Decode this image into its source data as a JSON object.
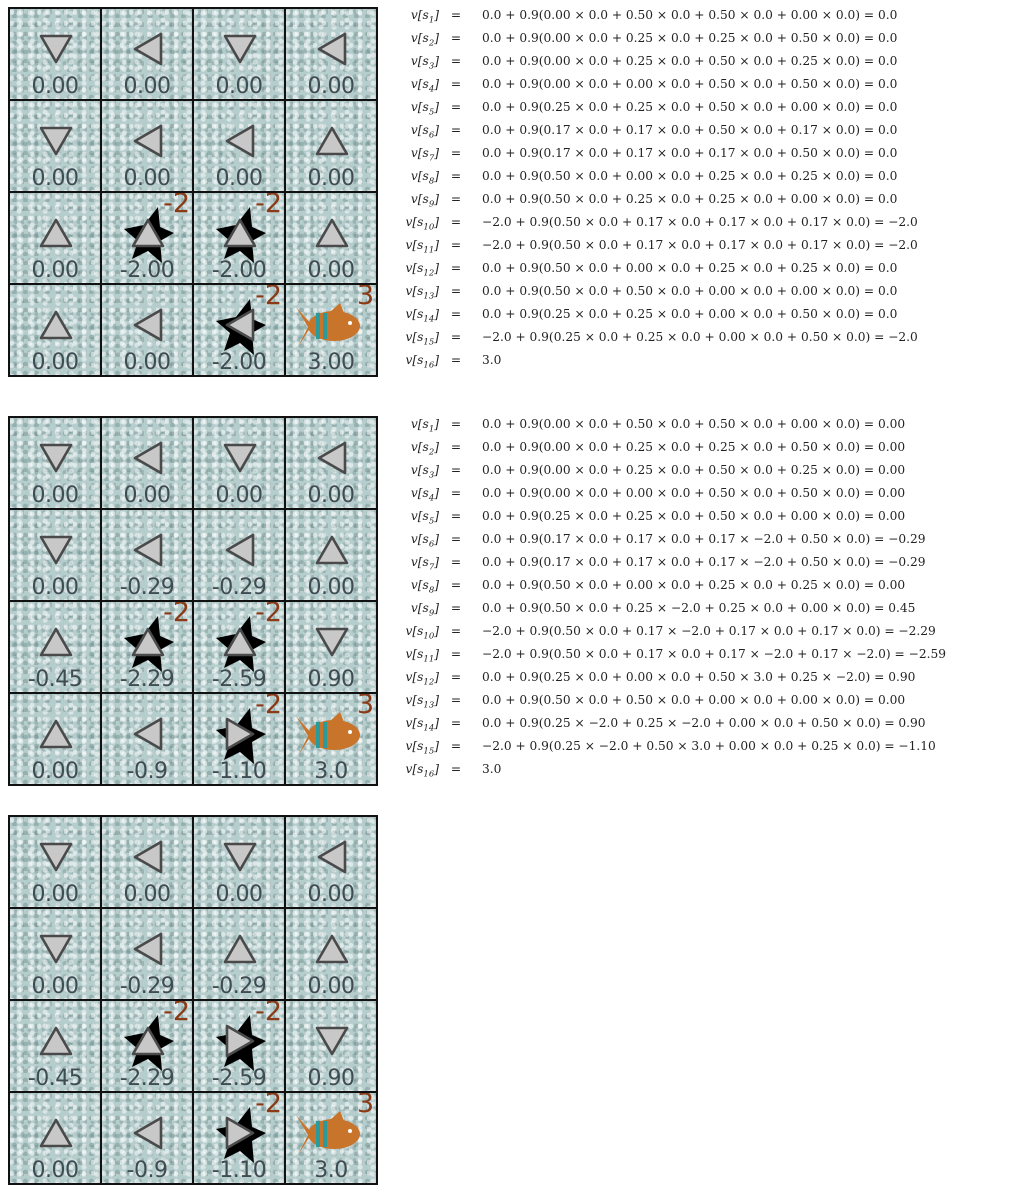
{
  "panels": [
    {
      "cells": [
        {
          "arrow": "down",
          "value": "0.00",
          "reward": "",
          "hazard": false,
          "goal": false
        },
        {
          "arrow": "left",
          "value": "0.00",
          "reward": "",
          "hazard": false,
          "goal": false
        },
        {
          "arrow": "down",
          "value": "0.00",
          "reward": "",
          "hazard": false,
          "goal": false
        },
        {
          "arrow": "left",
          "value": "0.00",
          "reward": "",
          "hazard": false,
          "goal": false
        },
        {
          "arrow": "down",
          "value": "0.00",
          "reward": "",
          "hazard": false,
          "goal": false
        },
        {
          "arrow": "left",
          "value": "0.00",
          "reward": "",
          "hazard": false,
          "goal": false
        },
        {
          "arrow": "left",
          "value": "0.00",
          "reward": "",
          "hazard": false,
          "goal": false
        },
        {
          "arrow": "up",
          "value": "0.00",
          "reward": "",
          "hazard": false,
          "goal": false
        },
        {
          "arrow": "up",
          "value": "0.00",
          "reward": "",
          "hazard": false,
          "goal": false
        },
        {
          "arrow": "up",
          "value": "-2.00",
          "reward": "-2",
          "hazard": true,
          "goal": false
        },
        {
          "arrow": "up",
          "value": "-2.00",
          "reward": "-2",
          "hazard": true,
          "goal": false
        },
        {
          "arrow": "up",
          "value": "0.00",
          "reward": "",
          "hazard": false,
          "goal": false
        },
        {
          "arrow": "up",
          "value": "0.00",
          "reward": "",
          "hazard": false,
          "goal": false
        },
        {
          "arrow": "left",
          "value": "0.00",
          "reward": "",
          "hazard": false,
          "goal": false
        },
        {
          "arrow": "left",
          "value": "-2.00",
          "reward": "-2",
          "hazard": true,
          "goal": false
        },
        {
          "arrow": "none",
          "value": "3.00",
          "reward": "3",
          "hazard": false,
          "goal": true
        }
      ],
      "equations": [
        {
          "state": "1",
          "rhs": "0.0 + 0.9(0.00 × 0.0 + 0.50 × 0.0 + 0.50 × 0.0 + 0.00 × 0.0) = 0.0"
        },
        {
          "state": "2",
          "rhs": "0.0 + 0.9(0.00 × 0.0 + 0.25 × 0.0 + 0.25 × 0.0 + 0.50 × 0.0) = 0.0"
        },
        {
          "state": "3",
          "rhs": "0.0 + 0.9(0.00 × 0.0 + 0.25 × 0.0 + 0.50 × 0.0 + 0.25 × 0.0) = 0.0"
        },
        {
          "state": "4",
          "rhs": "0.0 + 0.9(0.00 × 0.0 + 0.00 × 0.0 + 0.50 × 0.0 + 0.50 × 0.0) = 0.0"
        },
        {
          "state": "5",
          "rhs": "0.0 + 0.9(0.25 × 0.0 + 0.25 × 0.0 + 0.50 × 0.0 + 0.00 × 0.0) = 0.0"
        },
        {
          "state": "6",
          "rhs": "0.0 + 0.9(0.17 × 0.0 + 0.17 × 0.0 + 0.50 × 0.0 + 0.17 × 0.0) = 0.0"
        },
        {
          "state": "7",
          "rhs": "0.0 + 0.9(0.17 × 0.0 + 0.17 × 0.0 + 0.17 × 0.0 + 0.50 × 0.0) = 0.0"
        },
        {
          "state": "8",
          "rhs": "0.0 + 0.9(0.50 × 0.0 + 0.00 × 0.0 + 0.25 × 0.0 + 0.25 × 0.0) = 0.0"
        },
        {
          "state": "9",
          "rhs": "0.0 + 0.9(0.50 × 0.0 + 0.25 × 0.0 + 0.25 × 0.0 + 0.00 × 0.0) = 0.0"
        },
        {
          "state": "10",
          "rhs": "−2.0 + 0.9(0.50 × 0.0 + 0.17 × 0.0 + 0.17 × 0.0 + 0.17 × 0.0) = −2.0"
        },
        {
          "state": "11",
          "rhs": "−2.0 + 0.9(0.50 × 0.0 + 0.17 × 0.0 + 0.17 × 0.0 + 0.17 × 0.0) = −2.0"
        },
        {
          "state": "12",
          "rhs": "0.0 + 0.9(0.50 × 0.0 + 0.00 × 0.0 + 0.25 × 0.0 + 0.25 × 0.0) = 0.0"
        },
        {
          "state": "13",
          "rhs": "0.0 + 0.9(0.50 × 0.0 + 0.50 × 0.0 + 0.00 × 0.0 + 0.00 × 0.0) = 0.0"
        },
        {
          "state": "14",
          "rhs": "0.0 + 0.9(0.25 × 0.0 + 0.25 × 0.0 + 0.00 × 0.0 + 0.50 × 0.0) = 0.0"
        },
        {
          "state": "15",
          "rhs": "−2.0 + 0.9(0.25 × 0.0 + 0.25 × 0.0 + 0.00 × 0.0 + 0.50 × 0.0) = −2.0"
        },
        {
          "state": "16",
          "rhs": "3.0"
        }
      ]
    },
    {
      "cells": [
        {
          "arrow": "down",
          "value": "0.00",
          "reward": "",
          "hazard": false,
          "goal": false
        },
        {
          "arrow": "left",
          "value": "0.00",
          "reward": "",
          "hazard": false,
          "goal": false
        },
        {
          "arrow": "down",
          "value": "0.00",
          "reward": "",
          "hazard": false,
          "goal": false
        },
        {
          "arrow": "left",
          "value": "0.00",
          "reward": "",
          "hazard": false,
          "goal": false
        },
        {
          "arrow": "down",
          "value": "0.00",
          "reward": "",
          "hazard": false,
          "goal": false
        },
        {
          "arrow": "left",
          "value": "-0.29",
          "reward": "",
          "hazard": false,
          "goal": false
        },
        {
          "arrow": "left",
          "value": "-0.29",
          "reward": "",
          "hazard": false,
          "goal": false
        },
        {
          "arrow": "up",
          "value": "0.00",
          "reward": "",
          "hazard": false,
          "goal": false
        },
        {
          "arrow": "up",
          "value": "-0.45",
          "reward": "",
          "hazard": false,
          "goal": false
        },
        {
          "arrow": "up",
          "value": "-2.29",
          "reward": "-2",
          "hazard": true,
          "goal": false
        },
        {
          "arrow": "up",
          "value": "-2.59",
          "reward": "-2",
          "hazard": true,
          "goal": false
        },
        {
          "arrow": "down",
          "value": "0.90",
          "reward": "",
          "hazard": false,
          "goal": false
        },
        {
          "arrow": "up",
          "value": "0.00",
          "reward": "",
          "hazard": false,
          "goal": false
        },
        {
          "arrow": "left",
          "value": "-0.9",
          "reward": "",
          "hazard": false,
          "goal": false
        },
        {
          "arrow": "right",
          "value": "-1.10",
          "reward": "-2",
          "hazard": true,
          "goal": false
        },
        {
          "arrow": "none",
          "value": "3.0",
          "reward": "3",
          "hazard": false,
          "goal": true
        }
      ],
      "equations": [
        {
          "state": "1",
          "rhs": "0.0 + 0.9(0.00 × 0.0 + 0.50 × 0.0 + 0.50 × 0.0 + 0.00 × 0.0) = 0.00"
        },
        {
          "state": "2",
          "rhs": "0.0 + 0.9(0.00 × 0.0 + 0.25 × 0.0 + 0.25 × 0.0 + 0.50 × 0.0) = 0.00"
        },
        {
          "state": "3",
          "rhs": "0.0 + 0.9(0.00 × 0.0 + 0.25 × 0.0 + 0.50 × 0.0 + 0.25 × 0.0) = 0.00"
        },
        {
          "state": "4",
          "rhs": "0.0 + 0.9(0.00 × 0.0 + 0.00 × 0.0 + 0.50 × 0.0 + 0.50 × 0.0) = 0.00"
        },
        {
          "state": "5",
          "rhs": "0.0 + 0.9(0.25 × 0.0 + 0.25 × 0.0 + 0.50 × 0.0 + 0.00 × 0.0) = 0.00"
        },
        {
          "state": "6",
          "rhs": "0.0 + 0.9(0.17 × 0.0 + 0.17 × 0.0 + 0.17 × −2.0 + 0.50 × 0.0) = −0.29"
        },
        {
          "state": "7",
          "rhs": "0.0 + 0.9(0.17 × 0.0 + 0.17 × 0.0 + 0.17 × −2.0 + 0.50 × 0.0) = −0.29"
        },
        {
          "state": "8",
          "rhs": "0.0 + 0.9(0.50 × 0.0 + 0.00 × 0.0 + 0.25 × 0.0 + 0.25 × 0.0) = 0.00"
        },
        {
          "state": "9",
          "rhs": "0.0 + 0.9(0.50 × 0.0 + 0.25 × −2.0 + 0.25 × 0.0 + 0.00 × 0.0) = 0.45"
        },
        {
          "state": "10",
          "rhs": "−2.0 + 0.9(0.50 × 0.0 + 0.17 × −2.0 + 0.17 × 0.0 + 0.17 × 0.0) = −2.29"
        },
        {
          "state": "11",
          "rhs": "−2.0 + 0.9(0.50 × 0.0 + 0.17 × 0.0 + 0.17 × −2.0 + 0.17 × −2.0) = −2.59"
        },
        {
          "state": "12",
          "rhs": "0.0 + 0.9(0.25 × 0.0 + 0.00 × 0.0 + 0.50 × 3.0 + 0.25 × −2.0) = 0.90"
        },
        {
          "state": "13",
          "rhs": "0.0 + 0.9(0.50 × 0.0 + 0.50 × 0.0 + 0.00 × 0.0 + 0.00 × 0.0) = 0.00"
        },
        {
          "state": "14",
          "rhs": "0.0 + 0.9(0.25 × −2.0 + 0.25 × −2.0 + 0.00 × 0.0 + 0.50 × 0.0) = 0.90"
        },
        {
          "state": "15",
          "rhs": "−2.0 + 0.9(0.25 × −2.0 + 0.50 × 3.0 + 0.00 × 0.0 + 0.25 × 0.0) = −1.10"
        },
        {
          "state": "16",
          "rhs": "3.0"
        }
      ]
    },
    {
      "cells": [
        {
          "arrow": "down",
          "value": "0.00",
          "reward": "",
          "hazard": false,
          "goal": false
        },
        {
          "arrow": "left",
          "value": "0.00",
          "reward": "",
          "hazard": false,
          "goal": false
        },
        {
          "arrow": "down",
          "value": "0.00",
          "reward": "",
          "hazard": false,
          "goal": false
        },
        {
          "arrow": "left",
          "value": "0.00",
          "reward": "",
          "hazard": false,
          "goal": false
        },
        {
          "arrow": "down",
          "value": "0.00",
          "reward": "",
          "hazard": false,
          "goal": false
        },
        {
          "arrow": "left",
          "value": "-0.29",
          "reward": "",
          "hazard": false,
          "goal": false
        },
        {
          "arrow": "up",
          "value": "-0.29",
          "reward": "",
          "hazard": false,
          "goal": false
        },
        {
          "arrow": "up",
          "value": "0.00",
          "reward": "",
          "hazard": false,
          "goal": false
        },
        {
          "arrow": "up",
          "value": "-0.45",
          "reward": "",
          "hazard": false,
          "goal": false
        },
        {
          "arrow": "up",
          "value": "-2.29",
          "reward": "-2",
          "hazard": true,
          "goal": false
        },
        {
          "arrow": "right",
          "value": "-2.59",
          "reward": "-2",
          "hazard": true,
          "goal": false
        },
        {
          "arrow": "down",
          "value": "0.90",
          "reward": "",
          "hazard": false,
          "goal": false
        },
        {
          "arrow": "up",
          "value": "0.00",
          "reward": "",
          "hazard": false,
          "goal": false
        },
        {
          "arrow": "left",
          "value": "-0.9",
          "reward": "",
          "hazard": false,
          "goal": false
        },
        {
          "arrow": "right",
          "value": "-1.10",
          "reward": "-2",
          "hazard": true,
          "goal": false
        },
        {
          "arrow": "none",
          "value": "3.0",
          "reward": "3",
          "hazard": false,
          "goal": true
        }
      ],
      "equations": []
    }
  ],
  "colors": {
    "cell_bg": "#b6cdcd",
    "grid_line": "#111111",
    "value_text": "#3f4c52",
    "reward_text": "#8a3a17",
    "arrow_fill": "#c8c8c8",
    "arrow_stroke": "#4a4a4a",
    "hazard_fill": "#000000",
    "goal_body": "#c8742a",
    "goal_stripe": "#2a9a9a"
  }
}
